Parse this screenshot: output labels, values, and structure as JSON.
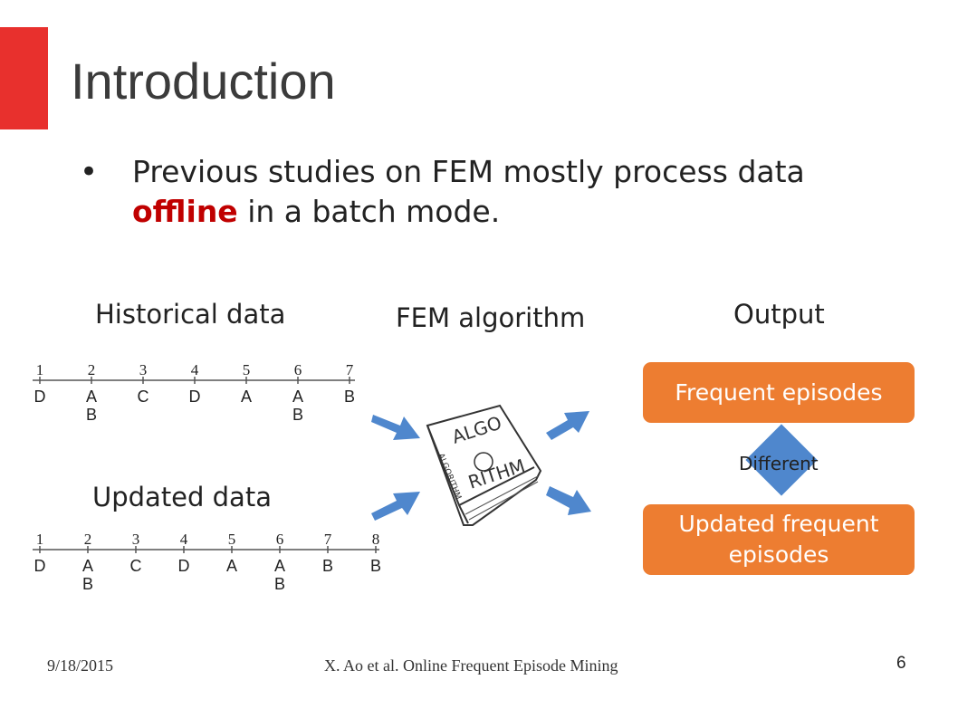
{
  "slide": {
    "title": "Introduction",
    "bullet": {
      "symbol": "•",
      "before": "Previous studies on FEM mostly process data ",
      "highlight": "offline",
      "after": " in a batch mode."
    }
  },
  "diagram": {
    "historical_label": "Historical data",
    "updated_label": "Updated data",
    "algorithm_label": "FEM algorithm",
    "output_label": "Output",
    "historical_sequence": [
      {
        "tick": "1",
        "events": [
          "D"
        ]
      },
      {
        "tick": "2",
        "events": [
          "A",
          "B"
        ]
      },
      {
        "tick": "3",
        "events": [
          "C"
        ]
      },
      {
        "tick": "4",
        "events": [
          "D"
        ]
      },
      {
        "tick": "5",
        "events": [
          "A"
        ]
      },
      {
        "tick": "6",
        "events": [
          "A",
          "B"
        ]
      },
      {
        "tick": "7",
        "events": [
          "B"
        ]
      }
    ],
    "updated_sequence": [
      {
        "tick": "1",
        "events": [
          "D"
        ]
      },
      {
        "tick": "2",
        "events": [
          "A",
          "B"
        ]
      },
      {
        "tick": "3",
        "events": [
          "C"
        ]
      },
      {
        "tick": "4",
        "events": [
          "D"
        ]
      },
      {
        "tick": "5",
        "events": [
          "A"
        ]
      },
      {
        "tick": "6",
        "events": [
          "A",
          "B"
        ]
      },
      {
        "tick": "7",
        "events": [
          "B"
        ]
      },
      {
        "tick": "8",
        "events": [
          "B"
        ]
      }
    ],
    "book_text": {
      "line1": "ALGO",
      "line2": "RITHM",
      "spine": "ALGORITHM"
    },
    "output_box_1": "Frequent episodes",
    "output_box_2": "Updated frequent episodes",
    "diamond_label": "Different"
  },
  "footer": {
    "date": "9/18/2015",
    "citation": "X. Ao et al. Online Frequent Episode Mining",
    "page": "6"
  },
  "colors": {
    "accent": "#e8302d",
    "highlight": "#c00000",
    "box": "#ed7d31",
    "arrow": "#4f87cd"
  }
}
